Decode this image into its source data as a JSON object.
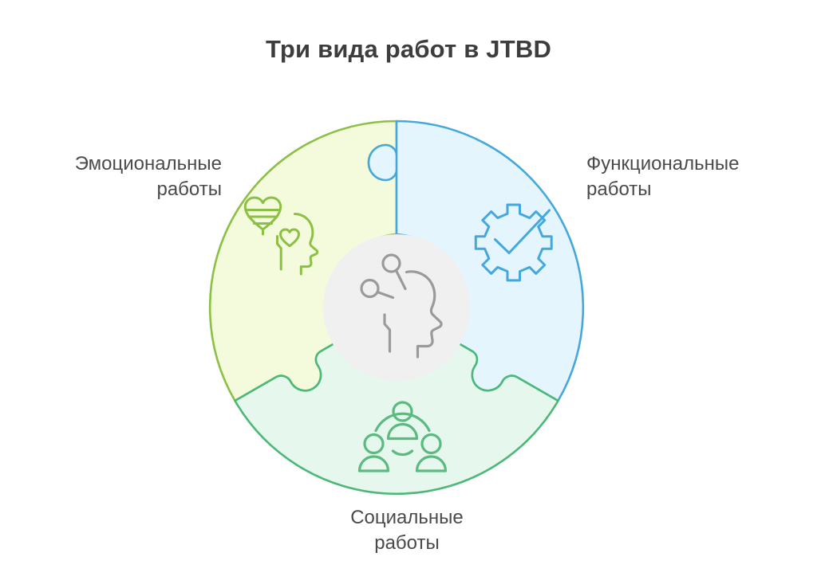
{
  "title": "Три вида работ в JTBD",
  "diagram": {
    "type": "puzzle-circle",
    "center_icon": {
      "name": "head-neural-network-icon",
      "color": "#9a9a9a",
      "fill": "#f0f0f0"
    },
    "segments": [
      {
        "id": "emotional",
        "label": "Эмоциональные\nработы",
        "label_line1": "Эмоциональные",
        "label_line2": "работы",
        "position": "left",
        "fill": "#f4fbdc",
        "stroke": "#8cc044",
        "icon": "head-with-hearts-icon"
      },
      {
        "id": "functional",
        "label": "Функциональные\nработы",
        "label_line1": "Функциональные",
        "label_line2": "работы",
        "position": "right",
        "fill": "#e4f5fd",
        "stroke": "#45a8dd",
        "icon": "gear-check-icon"
      },
      {
        "id": "social",
        "label": "Социальные\nработы",
        "label_line1": "Социальные",
        "label_line2": "работы",
        "position": "bottom",
        "fill": "#e6f7ee",
        "stroke": "#4cb877",
        "icon": "three-people-network-icon"
      }
    ],
    "colors": {
      "background": "#ffffff",
      "title": "#3d3d3d",
      "label": "#4a4a4a",
      "green": "#8cc044",
      "blue": "#45a8dd",
      "mint": "#4cb877",
      "center_stroke": "#9a9a9a"
    }
  }
}
